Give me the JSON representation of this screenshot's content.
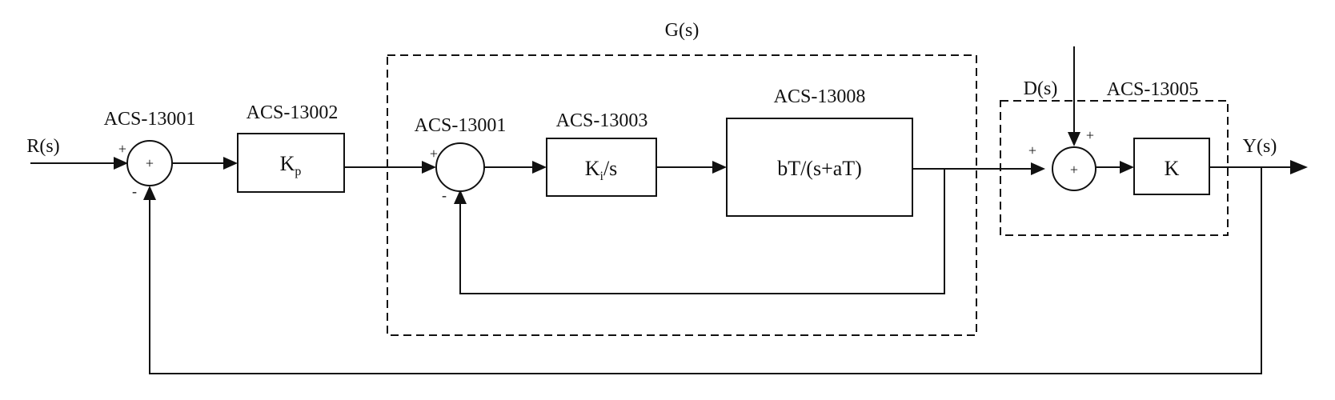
{
  "signals": {
    "input": "R(s)",
    "output": "Y(s)",
    "disturbance": "D(s)",
    "plant_group": "G(s)"
  },
  "components": {
    "sum_outer": "ACS-13001",
    "gain_kp": "ACS-13002",
    "sum_inner": "ACS-13001",
    "integrator": "ACS-13003",
    "plant": "ACS-13008",
    "disturbance_group": "ACS-13005"
  },
  "blocks": {
    "kp_main": "K",
    "kp_sub": "p",
    "ki_main": "K",
    "ki_sub": "i",
    "ki_tail": "/s",
    "plant_tf": "bT/(s+aT)",
    "output_gain": "K"
  },
  "junction_signs": {
    "outer_plus_sign": "+",
    "outer_minus_sign": "-",
    "outer_center_sign": "+",
    "inner_plus_sign": "+",
    "inner_minus_sign": "-",
    "dist_left_sign": "+",
    "dist_top_sign": "+",
    "dist_center_sign": "+"
  }
}
